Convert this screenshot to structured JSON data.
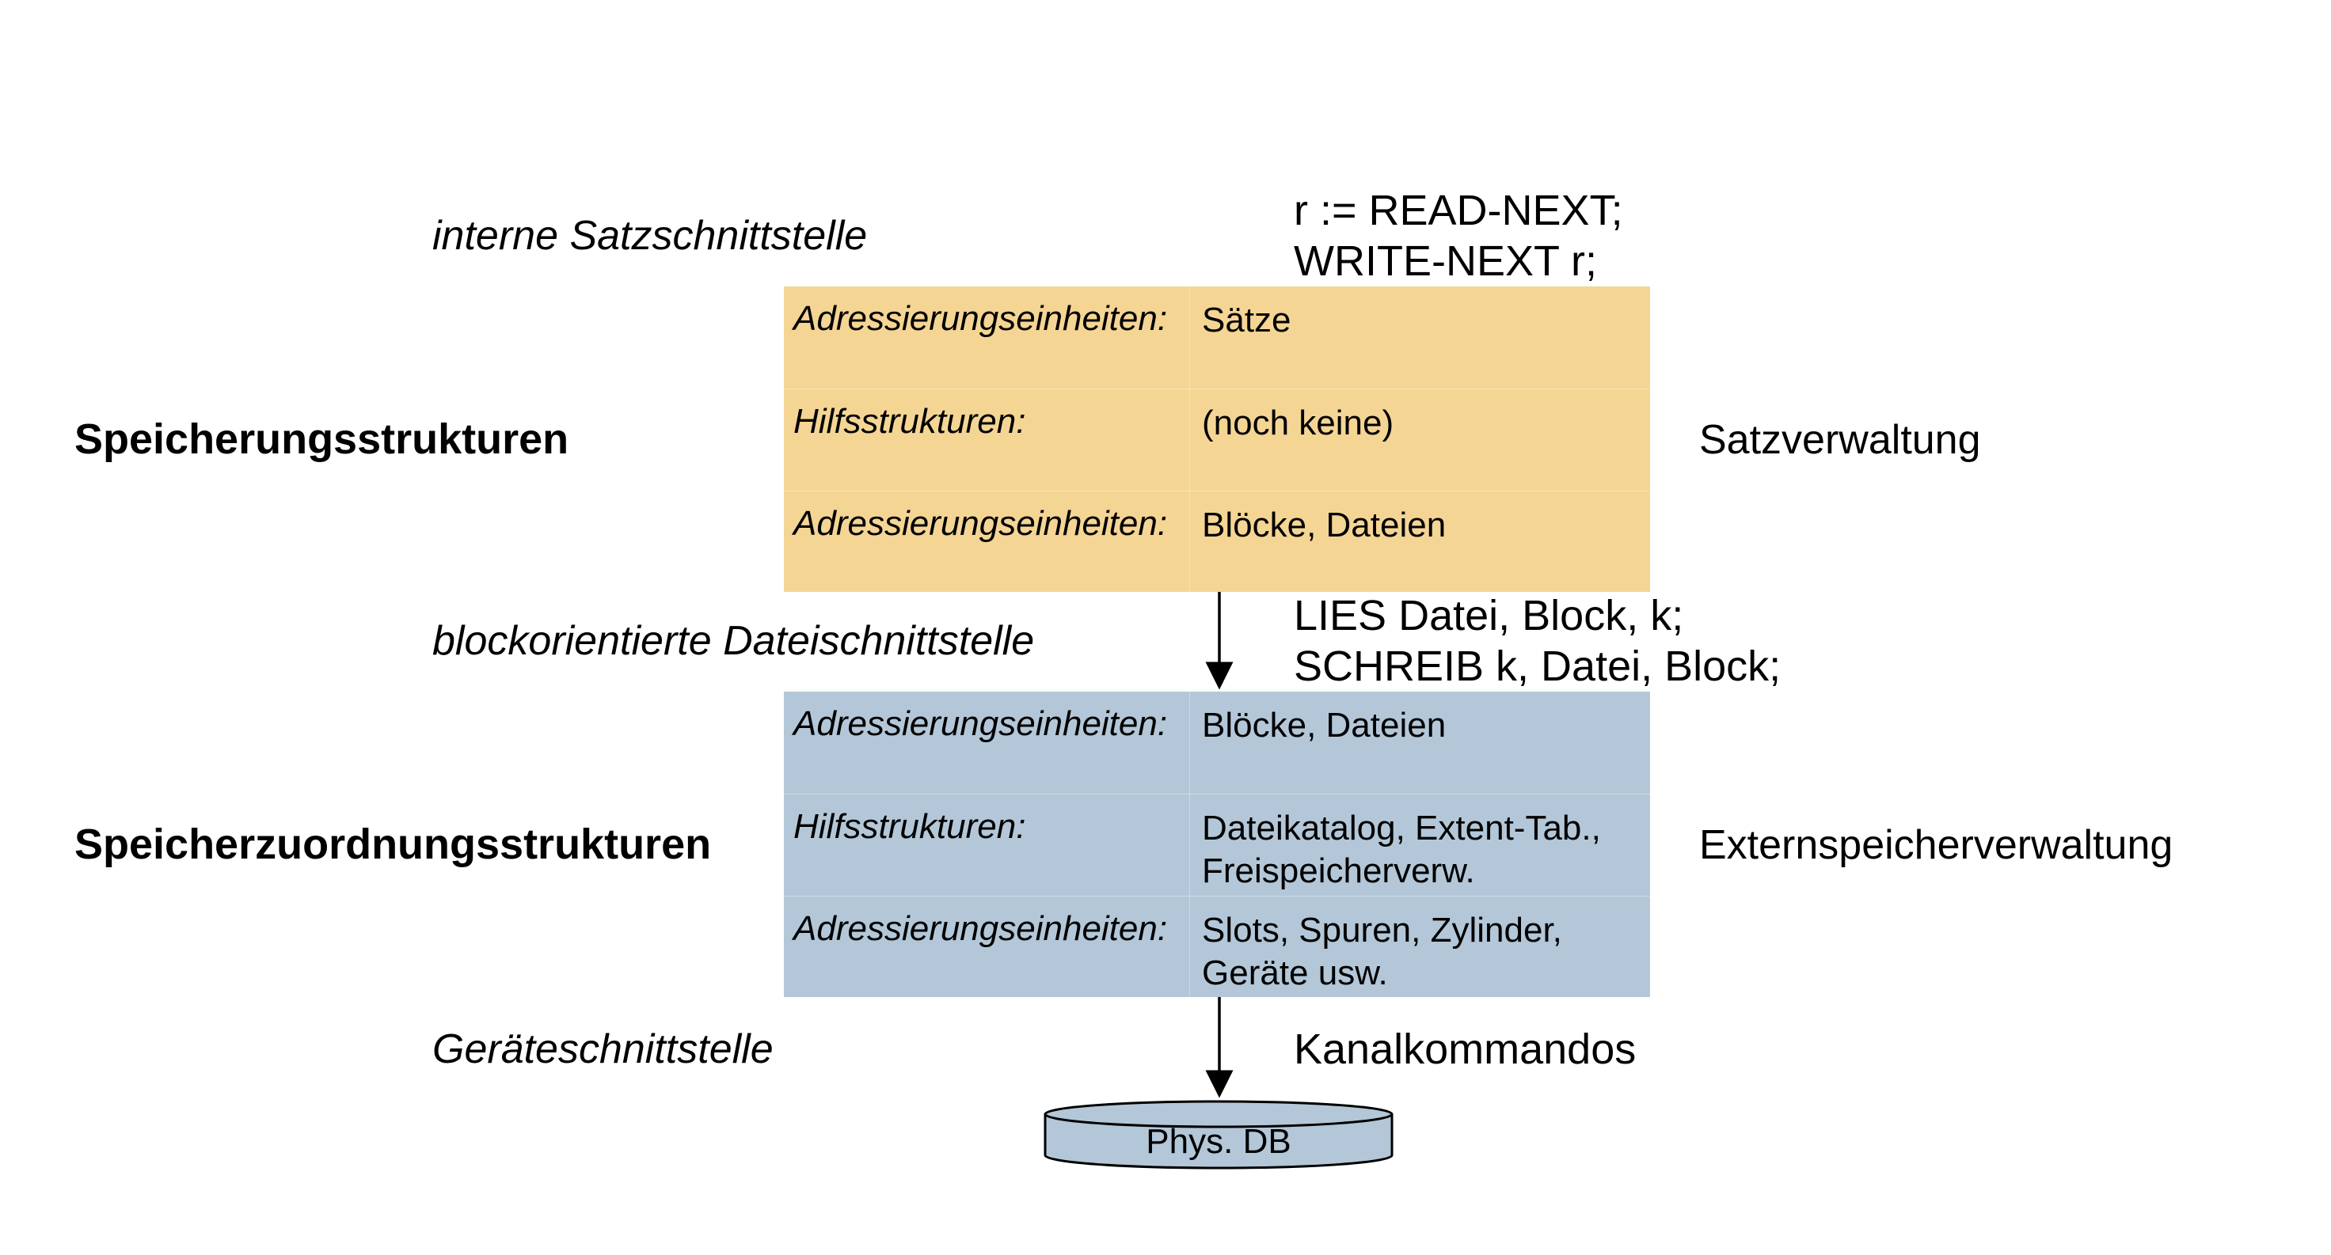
{
  "interfaces": {
    "internal": "interne Satzschnittstelle",
    "block": "blockorientierte Dateischnittstelle",
    "device": "Geräteschnittstelle"
  },
  "commands": {
    "internal": [
      "r := READ-NEXT;",
      "WRITE-NEXT r;"
    ],
    "block": [
      "LIES Datei, Block, k;",
      "SCHREIB k, Datei, Block;"
    ],
    "device": "Kanalkommandos"
  },
  "levels": {
    "storage": "Speicherungsstrukturen",
    "allocation": "Speicherzuordnungsstrukturen"
  },
  "managers": {
    "record": "Satzverwaltung",
    "external": "Externspeicherverwaltung"
  },
  "orange_box": {
    "color": "#f4d594",
    "rows": [
      {
        "label": "Adressierungseinheiten:",
        "value": "Sätze"
      },
      {
        "label": "Hilfsstrukturen:",
        "value": "(noch keine)"
      },
      {
        "label": "Adressierungseinheiten:",
        "value": "Blöcke, Dateien"
      }
    ]
  },
  "blue_box": {
    "color": "#b3c7d8",
    "rows": [
      {
        "label": "Adressierungseinheiten:",
        "value": "Blöcke, Dateien"
      },
      {
        "label": "Hilfsstrukturen:",
        "value": "Dateikatalog, Extent-Tab.,\nFreispeicherverw."
      },
      {
        "label": "Adressierungseinheiten:",
        "value": "Slots, Spuren, Zylinder,\nGeräte usw."
      }
    ]
  },
  "database": {
    "label": "Phys. DB",
    "color": "#b3c7d8"
  }
}
